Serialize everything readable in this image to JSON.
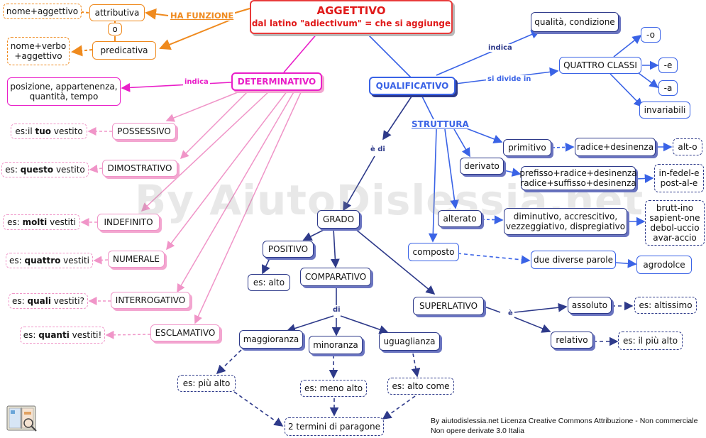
{
  "title": {
    "main": "AGGETTIVO",
    "sub": "dal latino \"adiectivum\" = che si aggiunge"
  },
  "watermark": "By AiutoDislessia.net",
  "license": {
    "line1": "By aiutodislessia.net Licenza Creative Commons Attribuzione - Non commerciale",
    "line2": "Non opere derivate 3.0 Italia"
  },
  "links": {
    "ha_funzione": "HA FUNZIONE",
    "o": "o",
    "indica_det": "indica",
    "indica_qual": "indica",
    "si_divide_in": "si divide in",
    "e_di": "è di",
    "di": "di",
    "e": "è"
  },
  "funzione": {
    "attributiva": "attributiva",
    "predicativa": "predicativa",
    "nome_aggettivo": "nome+aggettivo",
    "nome_verbo_line1": "nome+verbo",
    "nome_verbo_line2": "+aggettivo"
  },
  "determinativo": {
    "label": "DETERMINATIVO",
    "indica_text_line1": "posizione, appartenenza,",
    "indica_text_line2": "quantità, tempo",
    "types": [
      {
        "name": "POSSESSIVO",
        "ex_pre": "es:il ",
        "ex_bold": "tuo",
        "ex_post": " vestito"
      },
      {
        "name": "DIMOSTRATIVO",
        "ex_pre": "es: ",
        "ex_bold": "questo",
        "ex_post": " vestito"
      },
      {
        "name": "INDEFINITO",
        "ex_pre": "es: ",
        "ex_bold": "molti",
        "ex_post": " vestiti"
      },
      {
        "name": "NUMERALE",
        "ex_pre": "es: ",
        "ex_bold": "quattro",
        "ex_post": " vestiti"
      },
      {
        "name": "INTERROGATIVO",
        "ex_pre": "es: ",
        "ex_bold": "quali",
        "ex_post": " vestiti?"
      },
      {
        "name": "ESCLAMATIVO",
        "ex_pre": "es: ",
        "ex_bold": "quanti",
        "ex_post": " vestiti!"
      }
    ]
  },
  "qualificativo": {
    "label": "QUALIFICATIVO",
    "indica_text": "qualità, condizione",
    "quattro_classi": "QUATTRO CLASSI",
    "classi": [
      "-o",
      "-e",
      "-a",
      "invariabili"
    ],
    "struttura": "STRUTTURA",
    "primitivo": "primitivo",
    "radice_desinenza": "radice+desinenza",
    "alt_o": "alt-o",
    "derivato": "derivato",
    "derivato_desc_line1": "prefisso+radice+desinenza",
    "derivato_desc_line2": "radice+suffisso+desinenza",
    "derivato_ex_line1": "in-fedel-e",
    "derivato_ex_line2": "post-al-e",
    "alterato": "alterato",
    "alterato_desc_line1": "diminutivo, accrescitivo,",
    "alterato_desc_line2": "vezzeggiativo, dispregiativo",
    "alterato_ex": [
      "brutt-ino",
      "sapient-one",
      "debol-uccio",
      "avar-accio"
    ],
    "composto": "composto",
    "composto_desc": "due diverse parole",
    "composto_ex": "agrodolce"
  },
  "grado": {
    "label": "GRADO",
    "positivo": "POSITIVO",
    "positivo_ex": "es: alto",
    "comparativo": "COMPARATIVO",
    "maggioranza": "maggioranza",
    "minoranza": "minoranza",
    "uguaglianza": "uguaglianza",
    "ex_maggioranza": "es: più alto",
    "ex_minoranza": "es: meno alto",
    "ex_uguaglianza": "es: alto come",
    "termini": "2 termini di paragone",
    "superlativo": "SUPERLATIVO",
    "assoluto": "assoluto",
    "assoluto_ex": "es: altissimo",
    "relativo": "relativo",
    "relativo_ex": "es: il più alto"
  },
  "colors": {
    "orange": "#ef8a1e",
    "magenta": "#e91ec8",
    "pink": "#f095c8",
    "blue": "#3a63e6",
    "navy": "#2e3a8a",
    "red": "#e01a1a"
  }
}
